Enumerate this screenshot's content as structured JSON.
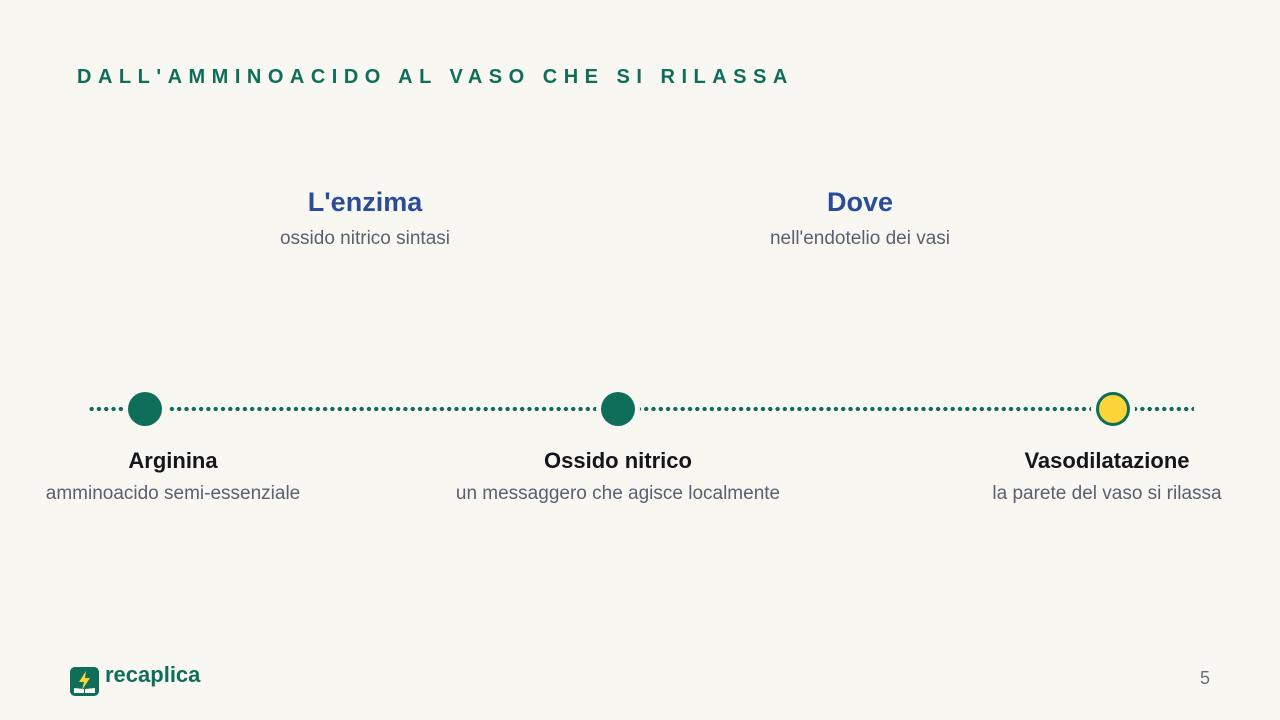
{
  "title": "DALL'AMMINOACIDO AL VASO CHE SI RILASSA",
  "top_labels": [
    {
      "title": "L'enzima",
      "subtitle": "ossido nitrico sintasi"
    },
    {
      "title": "Dove",
      "subtitle": "nell'endotelio dei vasi"
    }
  ],
  "steps": [
    {
      "title": "Arginina",
      "subtitle": "amminoacido semi-essenziale"
    },
    {
      "title": "Ossido nitrico",
      "subtitle": "un messaggero che agisce localmente"
    },
    {
      "title": "Vasodilatazione",
      "subtitle": "la parete del vaso si rilassa"
    }
  ],
  "colors": {
    "accent": "#0f6e5a",
    "highlight": "#fdd538",
    "label_title": "#2b4c9b",
    "background": "#f8f7f2"
  },
  "footer": {
    "brand": "recaplica",
    "page_number": "5"
  }
}
